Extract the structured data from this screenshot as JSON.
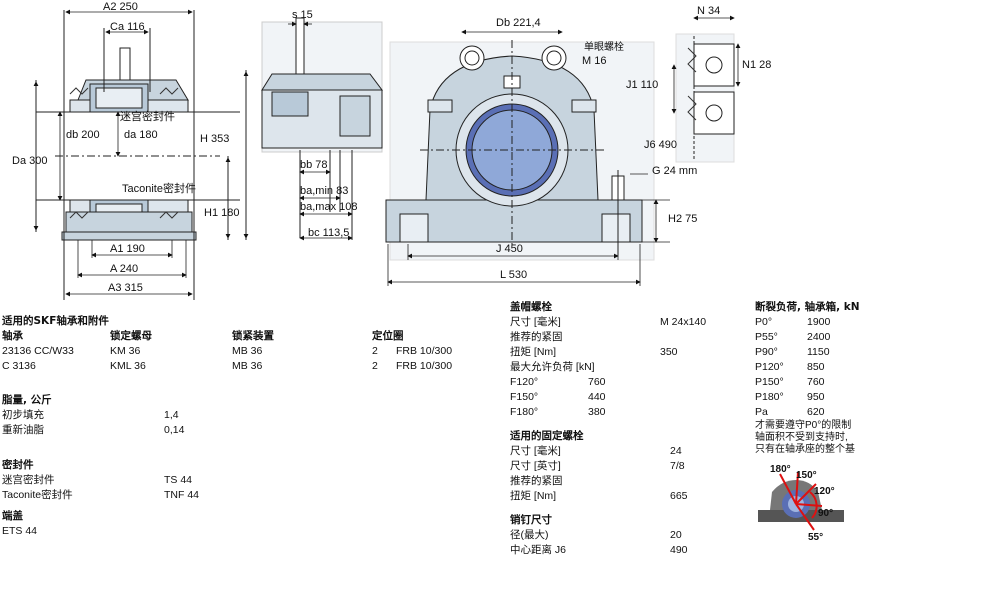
{
  "dims": {
    "A2": "A2 250",
    "Ca": "Ca 116",
    "db": "db 200",
    "da": "da 180",
    "Da": "Da 300",
    "H": "H 353",
    "H1": "H1 180",
    "A1": "A1 190",
    "A": "A 240",
    "A3": "A3 315",
    "s": "s 15",
    "bb": "bb 78",
    "bamin": "ba,min 83",
    "bamax": "ba,max 108",
    "bc": "bc 113,5",
    "Db": "Db 221,4",
    "eyebolt": "单眼螺栓",
    "eyebolt_size": "M 16",
    "G": "G 24 mm",
    "H2": "H2 75",
    "J": "J 450",
    "L": "L 530",
    "N": "N 34",
    "N1": "N1 28",
    "J1": "J1 110",
    "J6": "J6 490",
    "labyrinth": "迷宫密封件",
    "taconite": "Taconite密封件"
  },
  "table1": {
    "title": "适用的SKF轴承和附件",
    "headers": [
      "轴承",
      "锁定螺母",
      "锁紧装置",
      "定位圈"
    ],
    "rows": [
      [
        "23136 CC/W33",
        "KM 36",
        "MB 36",
        "2",
        "FRB 10/300"
      ],
      [
        "C 3136",
        "KML 36",
        "MB 36",
        "2",
        "FRB 10/300"
      ]
    ]
  },
  "grease": {
    "title": "脂量, 公斤",
    "rows": [
      [
        "初步填充",
        "1,4"
      ],
      [
        "重新油脂",
        "0,14"
      ]
    ]
  },
  "seals": {
    "title": "密封件",
    "rows": [
      [
        "迷宫密封件",
        "TS 44"
      ],
      [
        "Taconite密封件",
        "TNF 44"
      ]
    ]
  },
  "endcover": {
    "title": "端盖",
    "value": "ETS 44"
  },
  "capbolts": {
    "title": "盖帽螺栓",
    "rows": [
      [
        "尺寸 [毫米]",
        "M 24x140"
      ],
      [
        "推荐的紧固",
        ""
      ],
      [
        "扭矩 [Nm]",
        "350"
      ],
      [
        "最大允许负荷 [kN]",
        ""
      ]
    ],
    "loads": [
      [
        "F120°",
        "760"
      ],
      [
        "F150°",
        "440"
      ],
      [
        "F180°",
        "380"
      ]
    ]
  },
  "attachbolts": {
    "title": "适用的固定螺栓",
    "rows": [
      [
        "尺寸 [毫米]",
        "24"
      ],
      [
        "尺寸 [英寸]",
        "7/8"
      ],
      [
        "推荐的紧固",
        ""
      ],
      [
        "扭矩 [Nm]",
        "665"
      ]
    ]
  },
  "dowel": {
    "title": "销钉尺寸",
    "rows": [
      [
        "径(最大)",
        "20"
      ],
      [
        "中心距离 J6",
        "490"
      ]
    ]
  },
  "breaking": {
    "title": "断裂负荷, 轴承箱, kN",
    "rows": [
      [
        "P0°",
        "1900"
      ],
      [
        "P55°",
        "2400"
      ],
      [
        "P90°",
        "1150"
      ],
      [
        "P120°",
        "850"
      ],
      [
        "P150°",
        "760"
      ],
      [
        "P180°",
        "950"
      ],
      [
        "Pa",
        "620"
      ]
    ],
    "note1": "才需要遵守P0°的限制",
    "note2": "轴面积不受到支持时,",
    "note3": "只有在轴承座的整个基"
  },
  "angles": [
    "180°",
    "150°",
    "120°",
    "90°",
    "55°"
  ],
  "colors": {
    "housing_fill": "#c7d4de",
    "bearing_fill": "#b8c9d8",
    "ring_blue": "#5a6fb5",
    "arrow_red": "#d11"
  }
}
